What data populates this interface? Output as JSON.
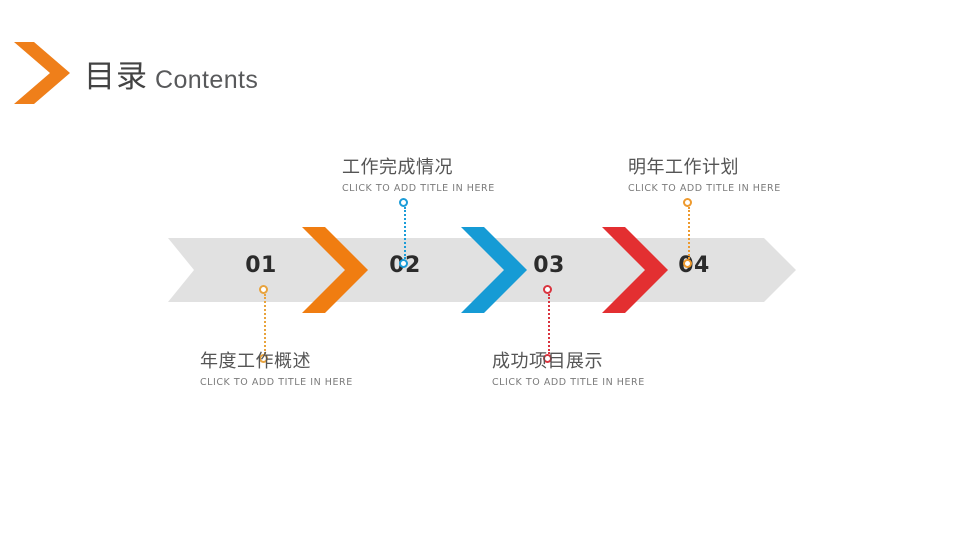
{
  "slide": {
    "background": "#ffffff",
    "title_cn": "目录",
    "title_en": "Contents",
    "header_icon": "chevron-right-icon",
    "header_icon_color": "#EF7F1A"
  },
  "timeline": {
    "banner_color": "#E1E1E1",
    "banner_icon": "ribbon-arrow-icon",
    "chevrons": [
      {
        "name": "chevron-orange",
        "color": "#F07D11"
      },
      {
        "name": "chevron-blue",
        "color": "#169BD5"
      },
      {
        "name": "chevron-red",
        "color": "#E32F31"
      }
    ],
    "steps": [
      {
        "number": "01",
        "title_cn": "年度工作概述",
        "title_en": "CLICK TO ADD TITLE IN HERE",
        "position": "below",
        "connector_color": "#E8A33D",
        "connector_icon": "dotted-line-with-rings"
      },
      {
        "number": "02",
        "title_cn": "工作完成情况",
        "title_en": "CLICK TO ADD TITLE IN HERE",
        "position": "above",
        "connector_color": "#1B9CD8",
        "connector_icon": "dotted-line-with-rings"
      },
      {
        "number": "03",
        "title_cn": "成功项目展示",
        "title_en": "CLICK TO ADD TITLE IN HERE",
        "position": "below",
        "connector_color": "#D9343F",
        "connector_icon": "dotted-line-with-rings"
      },
      {
        "number": "04",
        "title_cn": "明年工作计划",
        "title_en": "CLICK TO ADD TITLE IN HERE",
        "position": "above",
        "connector_color": "#EE9A2E",
        "connector_icon": "dotted-line-with-rings"
      }
    ]
  }
}
